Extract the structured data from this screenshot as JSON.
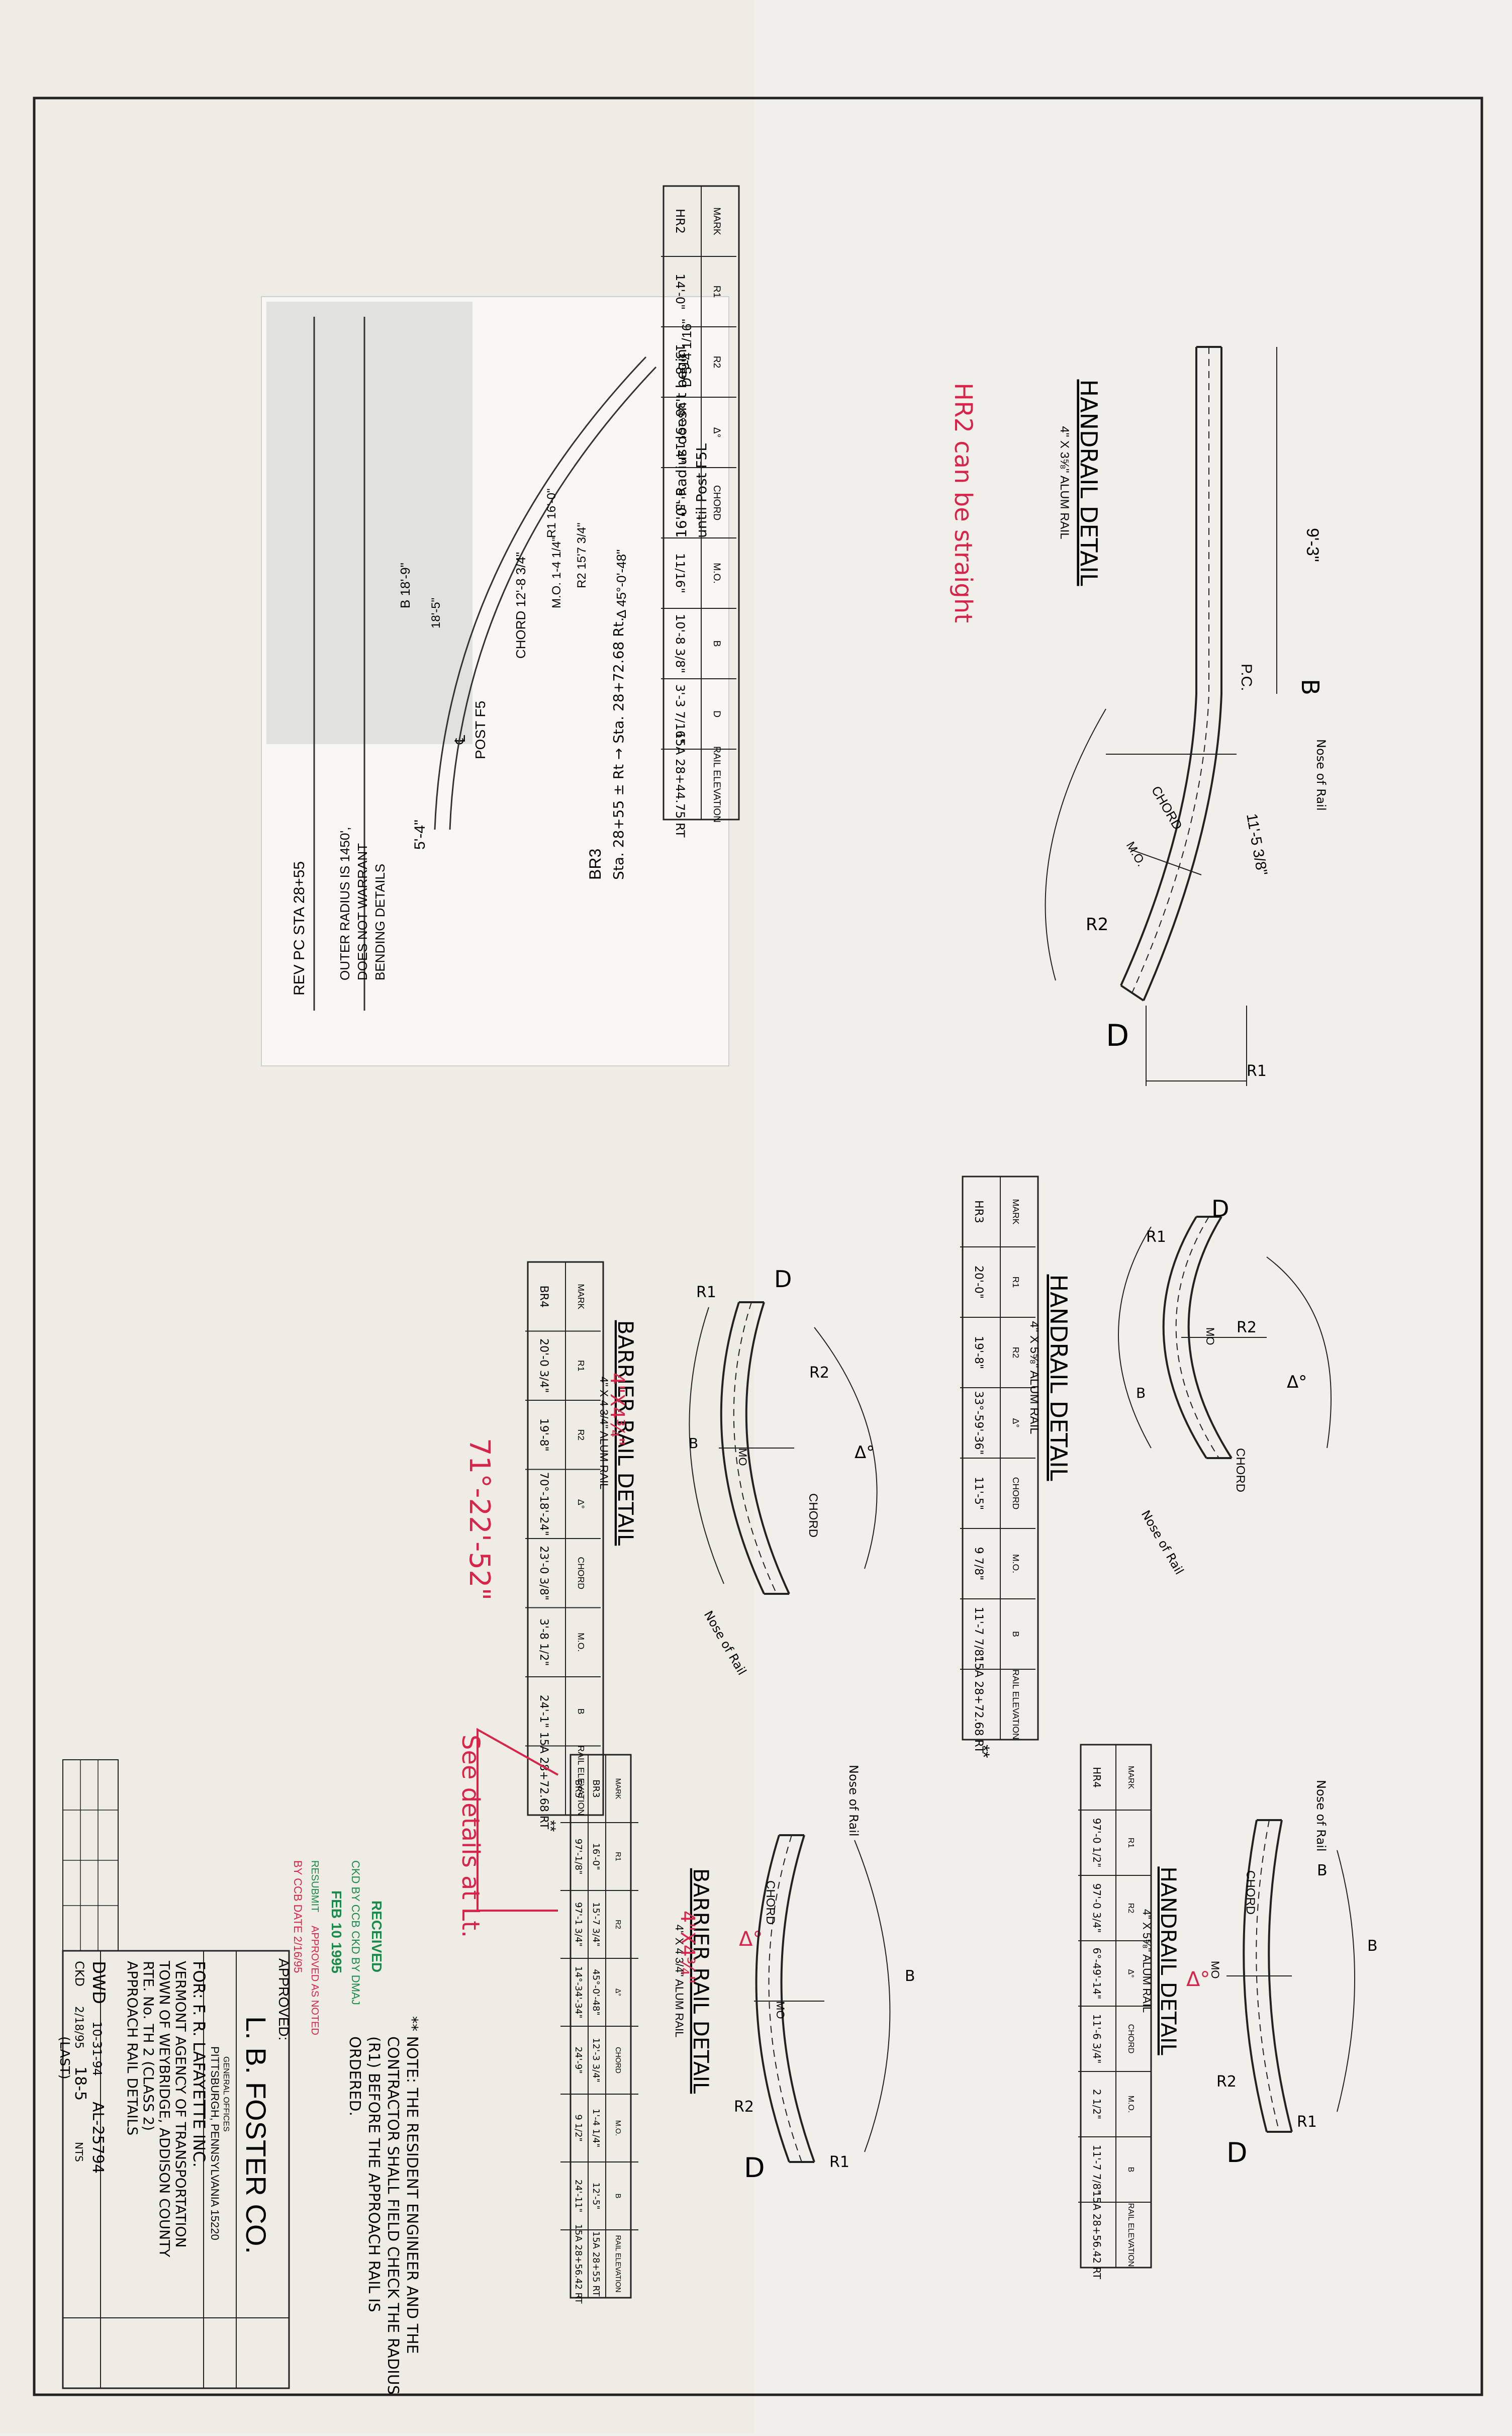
{
  "rev_note": {
    "label": "REV PC STA 28+55",
    "outer_radius_note_1": "OUTER RADIUS IS 1450',",
    "outer_radius_note_2": "DOES NOT WARRANT",
    "outer_radius_note_3": "BENDING DETAILS",
    "post": "POST F5",
    "cl": "℄",
    "dim_5_4": "5'-4\"",
    "chord": "CHORD 12'-8 3/4\"",
    "mo": "M.O. 1-4 1/4\"",
    "r2": "R2 15'7 3/4\"",
    "r1": "R1 16'-0\"",
    "b": "B 18'-9\"",
    "b2": "18'-5\"",
    "delta": "Δ 45°-0'-48\"",
    "d": "D 5'-4 1/16\"",
    "br3": "BR3",
    "br3_sta": "Sta. 28+55 ± Rt → Sta. 28+72.68 Rt.",
    "radius_note_1": "16'0\" Radius doesn't begin",
    "radius_note_2": "until Post F5L"
  },
  "detail1": {
    "title": "HANDRAIL DETAIL",
    "subtitle": "4\" X 3⅝\" ALUM RAIL",
    "label_b": "B",
    "label_len": "9'-3\"",
    "label_pc": "P.C.",
    "label_chord": "CHORD",
    "label_mo": "M.O.",
    "label_r2": "R2",
    "label_r1": "R1",
    "label_d": "D",
    "label_len2": "11'-5 3/8\"",
    "label_noserail": "Nose of Rail",
    "red_note": "HR2 can be straight",
    "table_headers": [
      "MARK",
      "R1",
      "R2",
      "Δ°",
      "CHORD",
      "M.O.",
      "B",
      "D",
      "RAIL ELEVATION"
    ],
    "table_row": [
      "HR2",
      "14'-0\"",
      "13'-8\"",
      "38°-5'-14\"",
      "9'-5\"",
      "11/16\"",
      "10'-8 3/8\"",
      "3'-3 7/16\"",
      "15A 28+44.75 RT"
    ]
  },
  "detail2": {
    "title": "HANDRAIL DETAIL",
    "subtitle": "4\" X 5⅝\" ALUM RAIL",
    "label_r1": "R1",
    "label_r2": "R2",
    "label_delta": "Δ°",
    "label_b": "B",
    "label_chord": "CHORD",
    "label_mo": "MO",
    "label_noserail": "Nose of Rail",
    "table_headers": [
      "MARK",
      "R1",
      "R2",
      "Δ°",
      "CHORD",
      "M.O.",
      "B",
      "RAIL ELEVATION"
    ],
    "table_row": [
      "HR3",
      "20'-0\"",
      "19'-8\"",
      "33°-59'-36\"",
      "11'-5\"",
      "9 7/8\"",
      "11'-7 7/8\"",
      "15A 28+72.68 RT"
    ],
    "double_star": "**"
  },
  "detail3": {
    "title": "HANDRAIL DETAIL",
    "subtitle": "4\" X 5⅝\" ALUM RAIL",
    "label_b": "B",
    "label_b2": "B",
    "label_chord": "CHORD",
    "label_mo": "MO",
    "label_delta": "Δ°",
    "label_r2": "R2",
    "label_r1": "R1",
    "label_d": "D",
    "label_noserail": "Nose of Rail",
    "table_headers": [
      "MARK",
      "R1",
      "R2",
      "Δ°",
      "CHORD",
      "M.O.",
      "B",
      "RAIL ELEVATION"
    ],
    "table_row": [
      "HR4",
      "97'-0 1/2\"",
      "97'-0 3/4\"",
      "6°-49'-14\"",
      "11'-6 3/4\"",
      "2 1/2\"",
      "11'-7 7/8\"",
      "15A 28+56.42 RT"
    ]
  },
  "detail4": {
    "title": "BARRIER RAIL DETAIL",
    "subtitle": "4\" X 4 3/4\" ALUM RAIL",
    "red_size": "4\"X4¾\"",
    "red_angle": "71°-22'-52\"",
    "label_r1": "R1",
    "label_r2": "R2",
    "label_delta": "Δ°",
    "label_mo": "MO",
    "label_chord": "CHORD",
    "label_b": "B",
    "label_noserail": "Nose of Rail",
    "table_headers": [
      "MARK",
      "R1",
      "R2",
      "Δ°",
      "CHORD",
      "M.O.",
      "B",
      "RAIL ELEVATION"
    ],
    "table_row": [
      "BR4",
      "20'-0 3/4\"",
      "19'-8\"",
      "70°-18'-24\"",
      "23'-0 3/8\"",
      "3'-8 1/2\"",
      "24'-1\"",
      "15A 28+72.68 RT"
    ],
    "double_star": "**"
  },
  "detail5": {
    "title": "BARRIER RAIL DETAIL",
    "subtitle": "4\" X 4 3/4\" ALUM RAIL",
    "red_size": "4\"X4¾\"",
    "label_delta": "Δ°",
    "label_b": "B",
    "label_chord": "CHORD",
    "label_mo": "MO",
    "label_r2": "R2",
    "label_r1": "R1",
    "label_d": "D",
    "label_noserail": "Nose of Rail",
    "table_headers": [
      "MARK",
      "R1",
      "R2",
      "Δ°",
      "CHORD",
      "M.O.",
      "B",
      "RAIL ELEVATION"
    ],
    "table_row_1": [
      "BR3",
      "16'-0\"",
      "15'-7 3/4\"",
      "45°-0'-48\"",
      "12'-3 3/4\"",
      "1'-4 1/4\"",
      "12'-5\"",
      "15A 28+55 RT"
    ],
    "table_row_2": [
      "BR5",
      "97'-1/8\"",
      "97'-1 3/4\"",
      "14°-34'-34\"",
      "24'-9\"",
      "9 1/2\"",
      "24'-11\"",
      "15A 28+56.42 RT"
    ]
  },
  "red_see_details": "See details at Lt.",
  "note": {
    "line1": "** NOTE: THE RESIDENT ENGINEER AND THE",
    "line2": "CONTRACTOR SHALL FIELD CHECK THE RADIUS",
    "line3": "(R1) BEFORE THE APPROACH RAIL IS",
    "line4": "ORDERED."
  },
  "stamp": {
    "received": "RECEIVED",
    "ckd_by": "CKD BY CCB  CKD BY DMAJ",
    "date": "FEB 10 1995",
    "resubmit": "RESUBMIT",
    "approved": "APPROVED AS NOTED",
    "by": "BY CCB  DATE 2/16/95"
  },
  "title_block": {
    "approved": "APPROVED:",
    "company": "L. B. FOSTER CO.",
    "company_sub": "GENERAL OFFICES",
    "city": "PITTSBURGH, PENNSYLVANIA 15220",
    "for": "FOR: F. R. LAFAYETTE INC.",
    "agency": "VERMONT AGENCY OF TRANSPORTATION",
    "town": "TOWN OF WEYBRIDGE, ADDISON COUNTY",
    "route": "RTE. No. TH 2 (CLASS 2)",
    "title1": "APPROACH RAIL DETAILS",
    "drawn_by": "DWD",
    "date": "10-31-94",
    "dwg_no": "AL-25794",
    "scale": "NTS",
    "sheet": "18-5",
    "checked": "CKD",
    "rev_date": "2/18/95",
    "last": "(LAST)"
  }
}
